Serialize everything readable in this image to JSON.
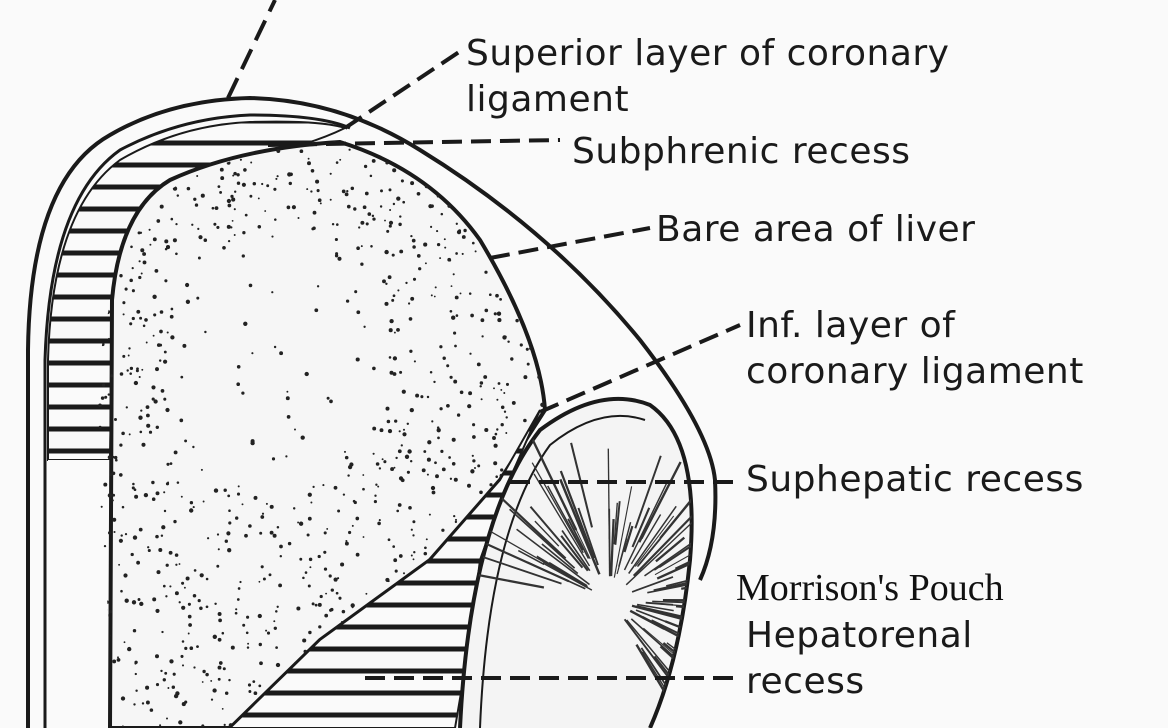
{
  "labels": {
    "superior_coronary_l1": "Superior layer of coronary",
    "superior_coronary_l2": "ligament",
    "subphrenic": "Subphrenic recess",
    "bare_area": "Bare area of liver",
    "inferior_coronary_l1": "Inf. layer of",
    "inferior_coronary_l2": "coronary ligament",
    "subhepatic": "Suphepatic recess",
    "morrison": "Morrison's Pouch",
    "hepatorenal_l1": "Hepatorenal",
    "hepatorenal_l2": "recess"
  },
  "colors": {
    "ink": "#1a1a1a",
    "paper": "#fafafa"
  }
}
